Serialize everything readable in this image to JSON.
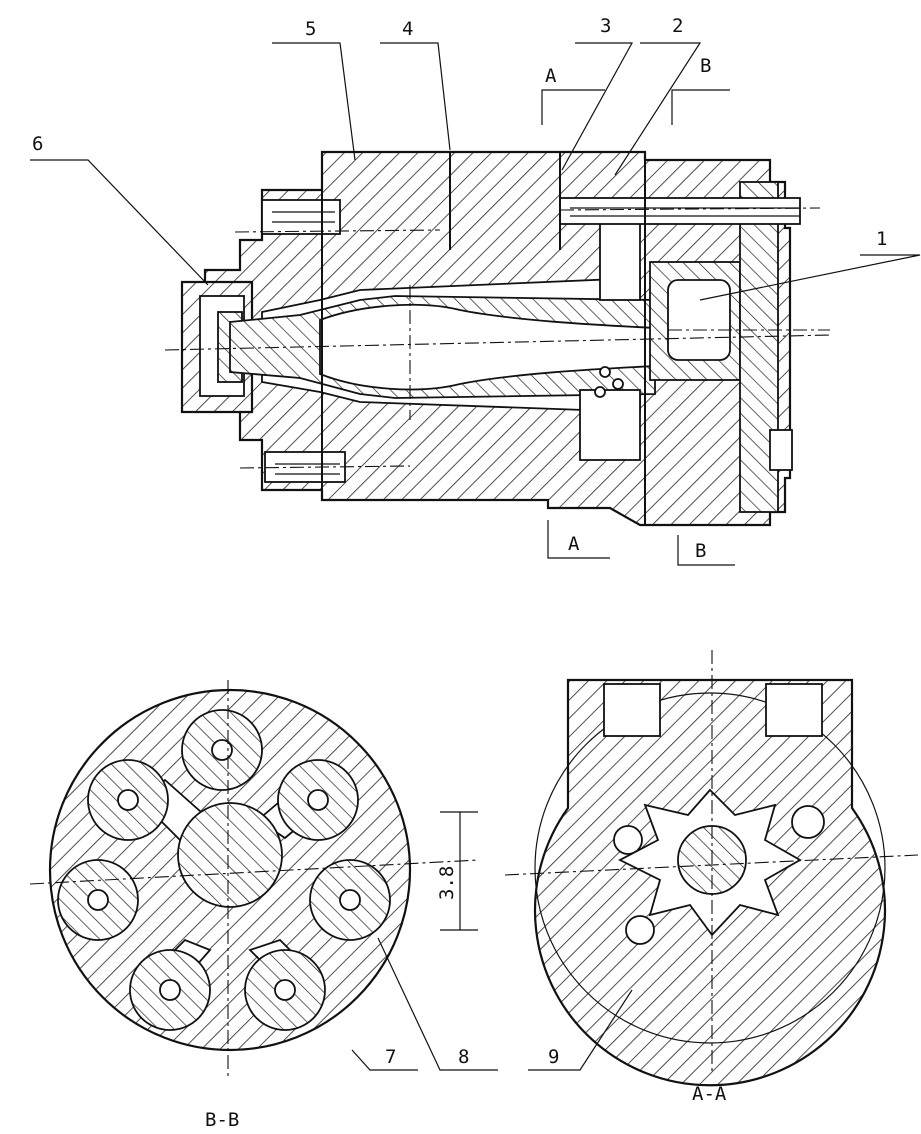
{
  "labels": {
    "n1": "1",
    "n2": "2",
    "n3": "3",
    "n4": "4",
    "n5": "5",
    "n6": "6",
    "n7": "7",
    "n8": "8",
    "n9": "9"
  },
  "sections": {
    "a_top": "A",
    "b_top": "B",
    "a_bottom": "A",
    "b_bottom": "B"
  },
  "captions": {
    "bb": "B-B",
    "aa": "A-A"
  },
  "dimension": "3.8"
}
